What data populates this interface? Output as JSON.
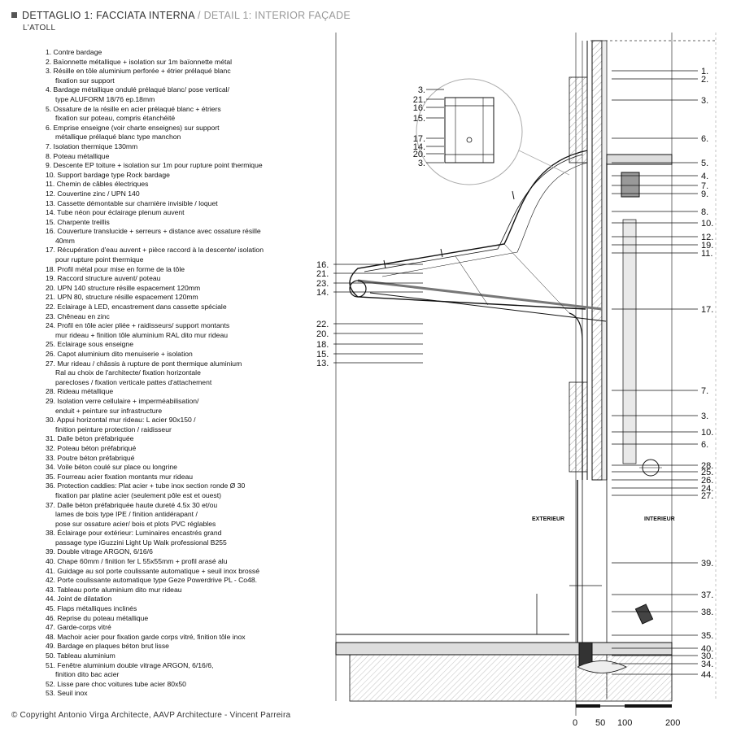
{
  "header": {
    "title_it": "DETTAGLIO 1: FACCIATA INTERNA",
    "separator": "/",
    "title_en": "DETAIL 1: INTERIOR FAÇADE",
    "subtitle": "L'ATOLL"
  },
  "legend": [
    {
      "n": "1.",
      "lines": [
        "Contre bardage"
      ]
    },
    {
      "n": "2.",
      "lines": [
        "Baïonnette métallique + isolation  sur 1m baïonnette métal"
      ]
    },
    {
      "n": "3.",
      "lines": [
        "Résille en tôle aluminium perforée + étrier prélaqué blanc",
        "fixation sur support"
      ]
    },
    {
      "n": "4.",
      "lines": [
        "Bardage métallique ondulé prélaqué blanc/ pose vertical/",
        "type ALUFORM 18/76 ep.18mm"
      ]
    },
    {
      "n": "5.",
      "lines": [
        "Ossature de la résille en acier prélaqué blanc  + étriers",
        "fixation sur poteau, compris étanchéité"
      ]
    },
    {
      "n": "6.",
      "lines": [
        "Emprise enseigne (voir charte enseignes) sur support",
        "métallique prélaqué blanc type manchon"
      ]
    },
    {
      "n": "7.",
      "lines": [
        "Isolation thermique 130mm"
      ]
    },
    {
      "n": "8.",
      "lines": [
        "Poteau métallique"
      ]
    },
    {
      "n": "9.",
      "lines": [
        "Descente EP toiture + isolation  sur 1m pour rupture point thermique"
      ]
    },
    {
      "n": "10.",
      "lines": [
        "Support bardage type Rock bardage"
      ]
    },
    {
      "n": "11.",
      "lines": [
        "Chemin de câbles électriques"
      ]
    },
    {
      "n": "12.",
      "lines": [
        "Couvertine zinc / UPN 140"
      ]
    },
    {
      "n": "13.",
      "lines": [
        "Cassette démontable sur charnière invisible / loquet"
      ]
    },
    {
      "n": "14.",
      "lines": [
        "Tube néon pour éclairage plenum auvent"
      ]
    },
    {
      "n": "15.",
      "lines": [
        "Charpente treillis"
      ]
    },
    {
      "n": "16.",
      "lines": [
        "Couverture translucide + serreurs + distance avec ossature résille",
        "40mm"
      ]
    },
    {
      "n": "17.",
      "lines": [
        "Récupération d'eau auvent + pièce raccord à la descente/ isolation",
        "pour rupture point  thermique"
      ]
    },
    {
      "n": "18.",
      "lines": [
        "Profil métal pour mise en forme de la tôle"
      ]
    },
    {
      "n": "19.",
      "lines": [
        "Raccord structure auvent/ poteau"
      ]
    },
    {
      "n": "20.",
      "lines": [
        "UPN 140 structure résille espacement 120mm"
      ]
    },
    {
      "n": "21.",
      "lines": [
        "UPN 80, structure résille espacement 120mm"
      ]
    },
    {
      "n": "22.",
      "lines": [
        "Eclairage à LED, encastrement dans cassette spéciale"
      ]
    },
    {
      "n": "23.",
      "lines": [
        "Chêneau en zinc"
      ]
    },
    {
      "n": "24.",
      "lines": [
        "Profil en  tôle acier pliée + raidisseurs/ support montants",
        "mur rideau + finition tôle aluminium RAL dito mur rideau"
      ]
    },
    {
      "n": "25.",
      "lines": [
        "Eclairage sous enseigne"
      ]
    },
    {
      "n": "26.",
      "lines": [
        "Capot aluminium dito menuiserie + isolation"
      ]
    },
    {
      "n": "27.",
      "lines": [
        "Mur rideau / châssis  à rupture de pont thermique aluminium",
        "Ral au choix de l'architecte/ fixation horizontale",
        "parecloses / fixation verticale pattes d'attachement"
      ]
    },
    {
      "n": "28.",
      "lines": [
        "Rideau métallique"
      ]
    },
    {
      "n": "29.",
      "lines": [
        "Isolation verre cellulaire + imperméabilisation/",
        "enduit + peinture sur infrastructure"
      ]
    },
    {
      "n": "30.",
      "lines": [
        "Appui horizontal mur rideau: L acier 90x150 /",
        "finition peinture protection / raidisseur"
      ]
    },
    {
      "n": "31.",
      "lines": [
        "Dalle béton préfabriquée"
      ]
    },
    {
      "n": "32.",
      "lines": [
        "Poteau béton préfabriqué"
      ]
    },
    {
      "n": "33.",
      "lines": [
        "Poutre béton préfabriqué"
      ]
    },
    {
      "n": "34.",
      "lines": [
        "Voile béton coulé sur place ou longrine"
      ]
    },
    {
      "n": "35.",
      "lines": [
        "Fourreau acier fixation montants mur rideau"
      ]
    },
    {
      "n": "36.",
      "lines": [
        "Protection caddies: Plat acier + tube inox section ronde Ø 30",
        "fixation par platine acier (seulement pôle est et ouest)"
      ]
    },
    {
      "n": "37.",
      "lines": [
        "Dalle béton préfabriquée haute dureté 4.5x 30 et/ou",
        "lames de bois type IPE / finition antidérapant /",
        "pose sur ossature acier/ bois et plots PVC réglables"
      ]
    },
    {
      "n": "38.",
      "lines": [
        " Éclairage pour extérieur: Luminaires encastrés grand",
        "passage type iGuzzini Light Up Walk professional B255"
      ]
    },
    {
      "n": "39.",
      "lines": [
        "Double vitrage ARGON, 6/16/6"
      ]
    },
    {
      "n": "40.",
      "lines": [
        "Chape 60mm / finition fer L 55x55mm + profil arasé alu"
      ]
    },
    {
      "n": "41.",
      "lines": [
        "Guidage au sol porte coulissante automatique + seuil  inox brossé"
      ]
    },
    {
      "n": "42.",
      "lines": [
        "Porte coulissante automatique type Geze Powerdrive PL - Co48."
      ]
    },
    {
      "n": "43.",
      "lines": [
        "Tableau porte aluminium dito mur rideau"
      ]
    },
    {
      "n": "44.",
      "lines": [
        "Joint de dilatation"
      ]
    },
    {
      "n": "45.",
      "lines": [
        "Flaps métalliques inclinés"
      ]
    },
    {
      "n": "46.",
      "lines": [
        "Reprise du poteau métallique"
      ]
    },
    {
      "n": "47.",
      "lines": [
        "Garde-corps vitré"
      ]
    },
    {
      "n": "48.",
      "lines": [
        "Machoir acier pour fixation garde corps vitré, finition tôle inox"
      ]
    },
    {
      "n": "49.",
      "lines": [
        "Bardage en plaques béton brut lisse"
      ]
    },
    {
      "n": "50.",
      "lines": [
        "Tableau aluminium"
      ]
    },
    {
      "n": "51.",
      "lines": [
        "Fenêtre aluminium double vitrage ARGON, 6/16/6,",
        "finition dito bac acier"
      ]
    },
    {
      "n": "52.",
      "lines": [
        "Lisse pare choc voitures tube acier 80x50"
      ]
    },
    {
      "n": "53.",
      "lines": [
        "Seuil inox"
      ]
    }
  ],
  "callouts_right": [
    "1.",
    "2.",
    "3.",
    "6.",
    "5.",
    "4.",
    "7.",
    "9.",
    "8.",
    "10.",
    "12.",
    "19.",
    "11.",
    "17.",
    "7.",
    "3.",
    "10.",
    "6.",
    "28.",
    "25.",
    "26.",
    "24.",
    "27.",
    "39.",
    "37.",
    "38.",
    "35.",
    "40.",
    "30.",
    "34.",
    "44."
  ],
  "callouts_left": [
    "16.",
    "21.",
    "23.",
    "14.",
    "22.",
    "20.",
    "18.",
    "15.",
    "13."
  ],
  "inset_callouts": [
    "3.",
    "21.",
    "16.",
    "15.",
    "17.",
    "14.",
    "20.",
    "3."
  ],
  "zone_labels": {
    "exterior": "EXTERIEUR",
    "interior": "INTERIEUR"
  },
  "scale_bar": [
    "0",
    "50",
    "100",
    "200"
  ],
  "copyright": "© Copyright Antonio Virga Architecte, AAVP Architecture - Vincent Parreira"
}
